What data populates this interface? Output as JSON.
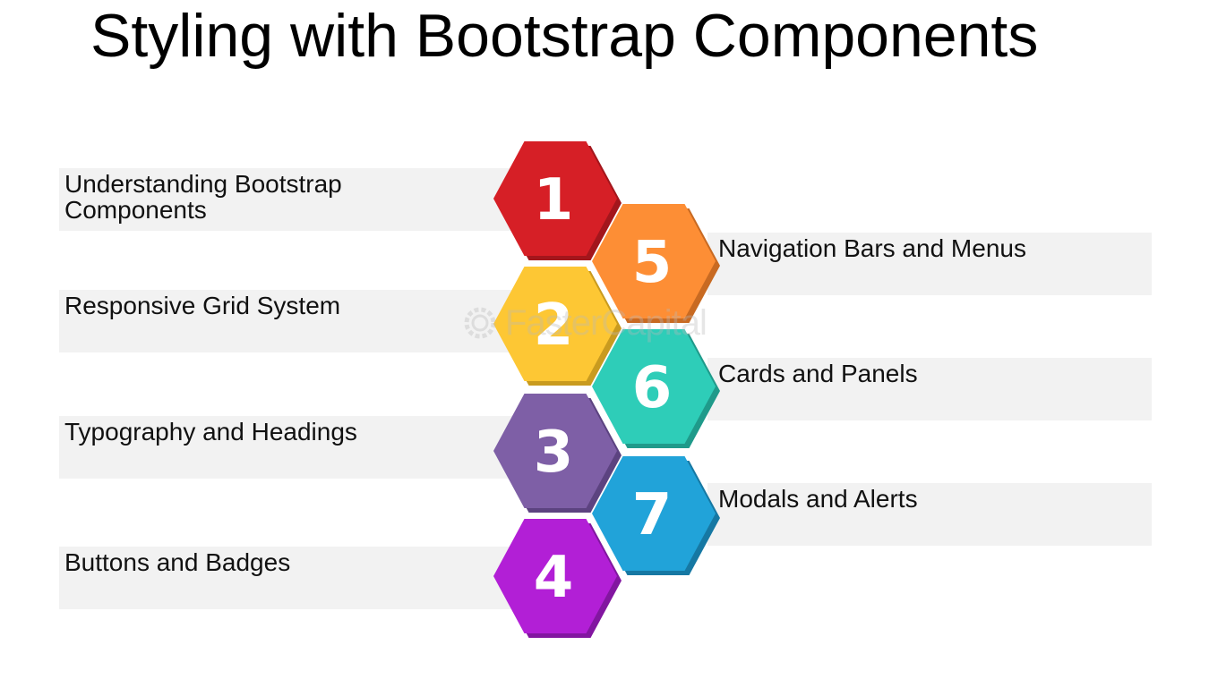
{
  "title": "Styling with Bootstrap Components",
  "items": [
    {
      "number": "1",
      "label": "Understanding Bootstrap Components",
      "color": "#d61f26",
      "shade": "#a3161c"
    },
    {
      "number": "2",
      "label": "Responsive Grid System",
      "color": "#fdc734",
      "shade": "#c99b1f"
    },
    {
      "number": "3",
      "label": "Typography and Headings",
      "color": "#7e5fa6",
      "shade": "#5c4380"
    },
    {
      "number": "4",
      "label": "Buttons and Badges",
      "color": "#b21fd6",
      "shade": "#8216a0"
    },
    {
      "number": "5",
      "label": "Navigation Bars and Menus",
      "color": "#fd8e35",
      "shade": "#c86a22"
    },
    {
      "number": "6",
      "label": "Cards and Panels",
      "color": "#2ecdb8",
      "shade": "#1f9a8a"
    },
    {
      "number": "7",
      "label": "Modals and Alerts",
      "color": "#21a3d9",
      "shade": "#1678a3"
    }
  ],
  "watermark": "FasterCapital",
  "watermark_icon": "gear-icon"
}
